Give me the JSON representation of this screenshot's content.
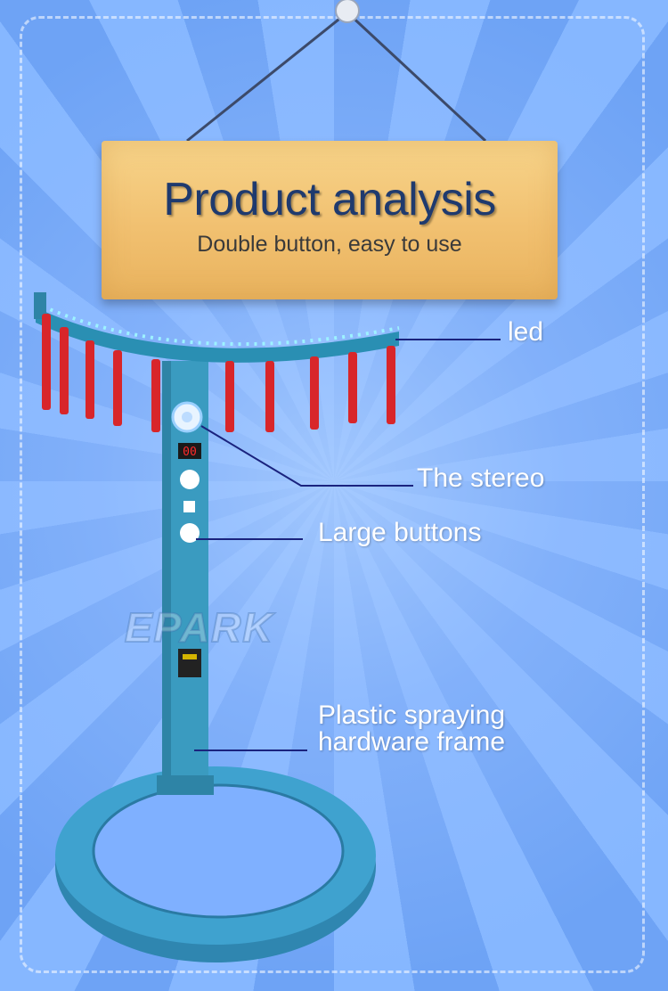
{
  "sign": {
    "title": "Product analysis",
    "subtitle": "Double button, easy to use"
  },
  "machine": {
    "score_display": "00",
    "brand": "EPARK"
  },
  "callouts": {
    "led": "led",
    "stereo": "The stereo",
    "buttons": "Large buttons",
    "frame_line1": "Plastic spraying",
    "frame_line2": "hardware frame"
  },
  "colors": {
    "background": "#7fb0ff",
    "sign_wood": "#f1c070",
    "title_text": "#1f3a6e",
    "machine_teal": "#3a9bc0",
    "pipe_red": "#d8262a",
    "callout_line": "#1a237e"
  }
}
